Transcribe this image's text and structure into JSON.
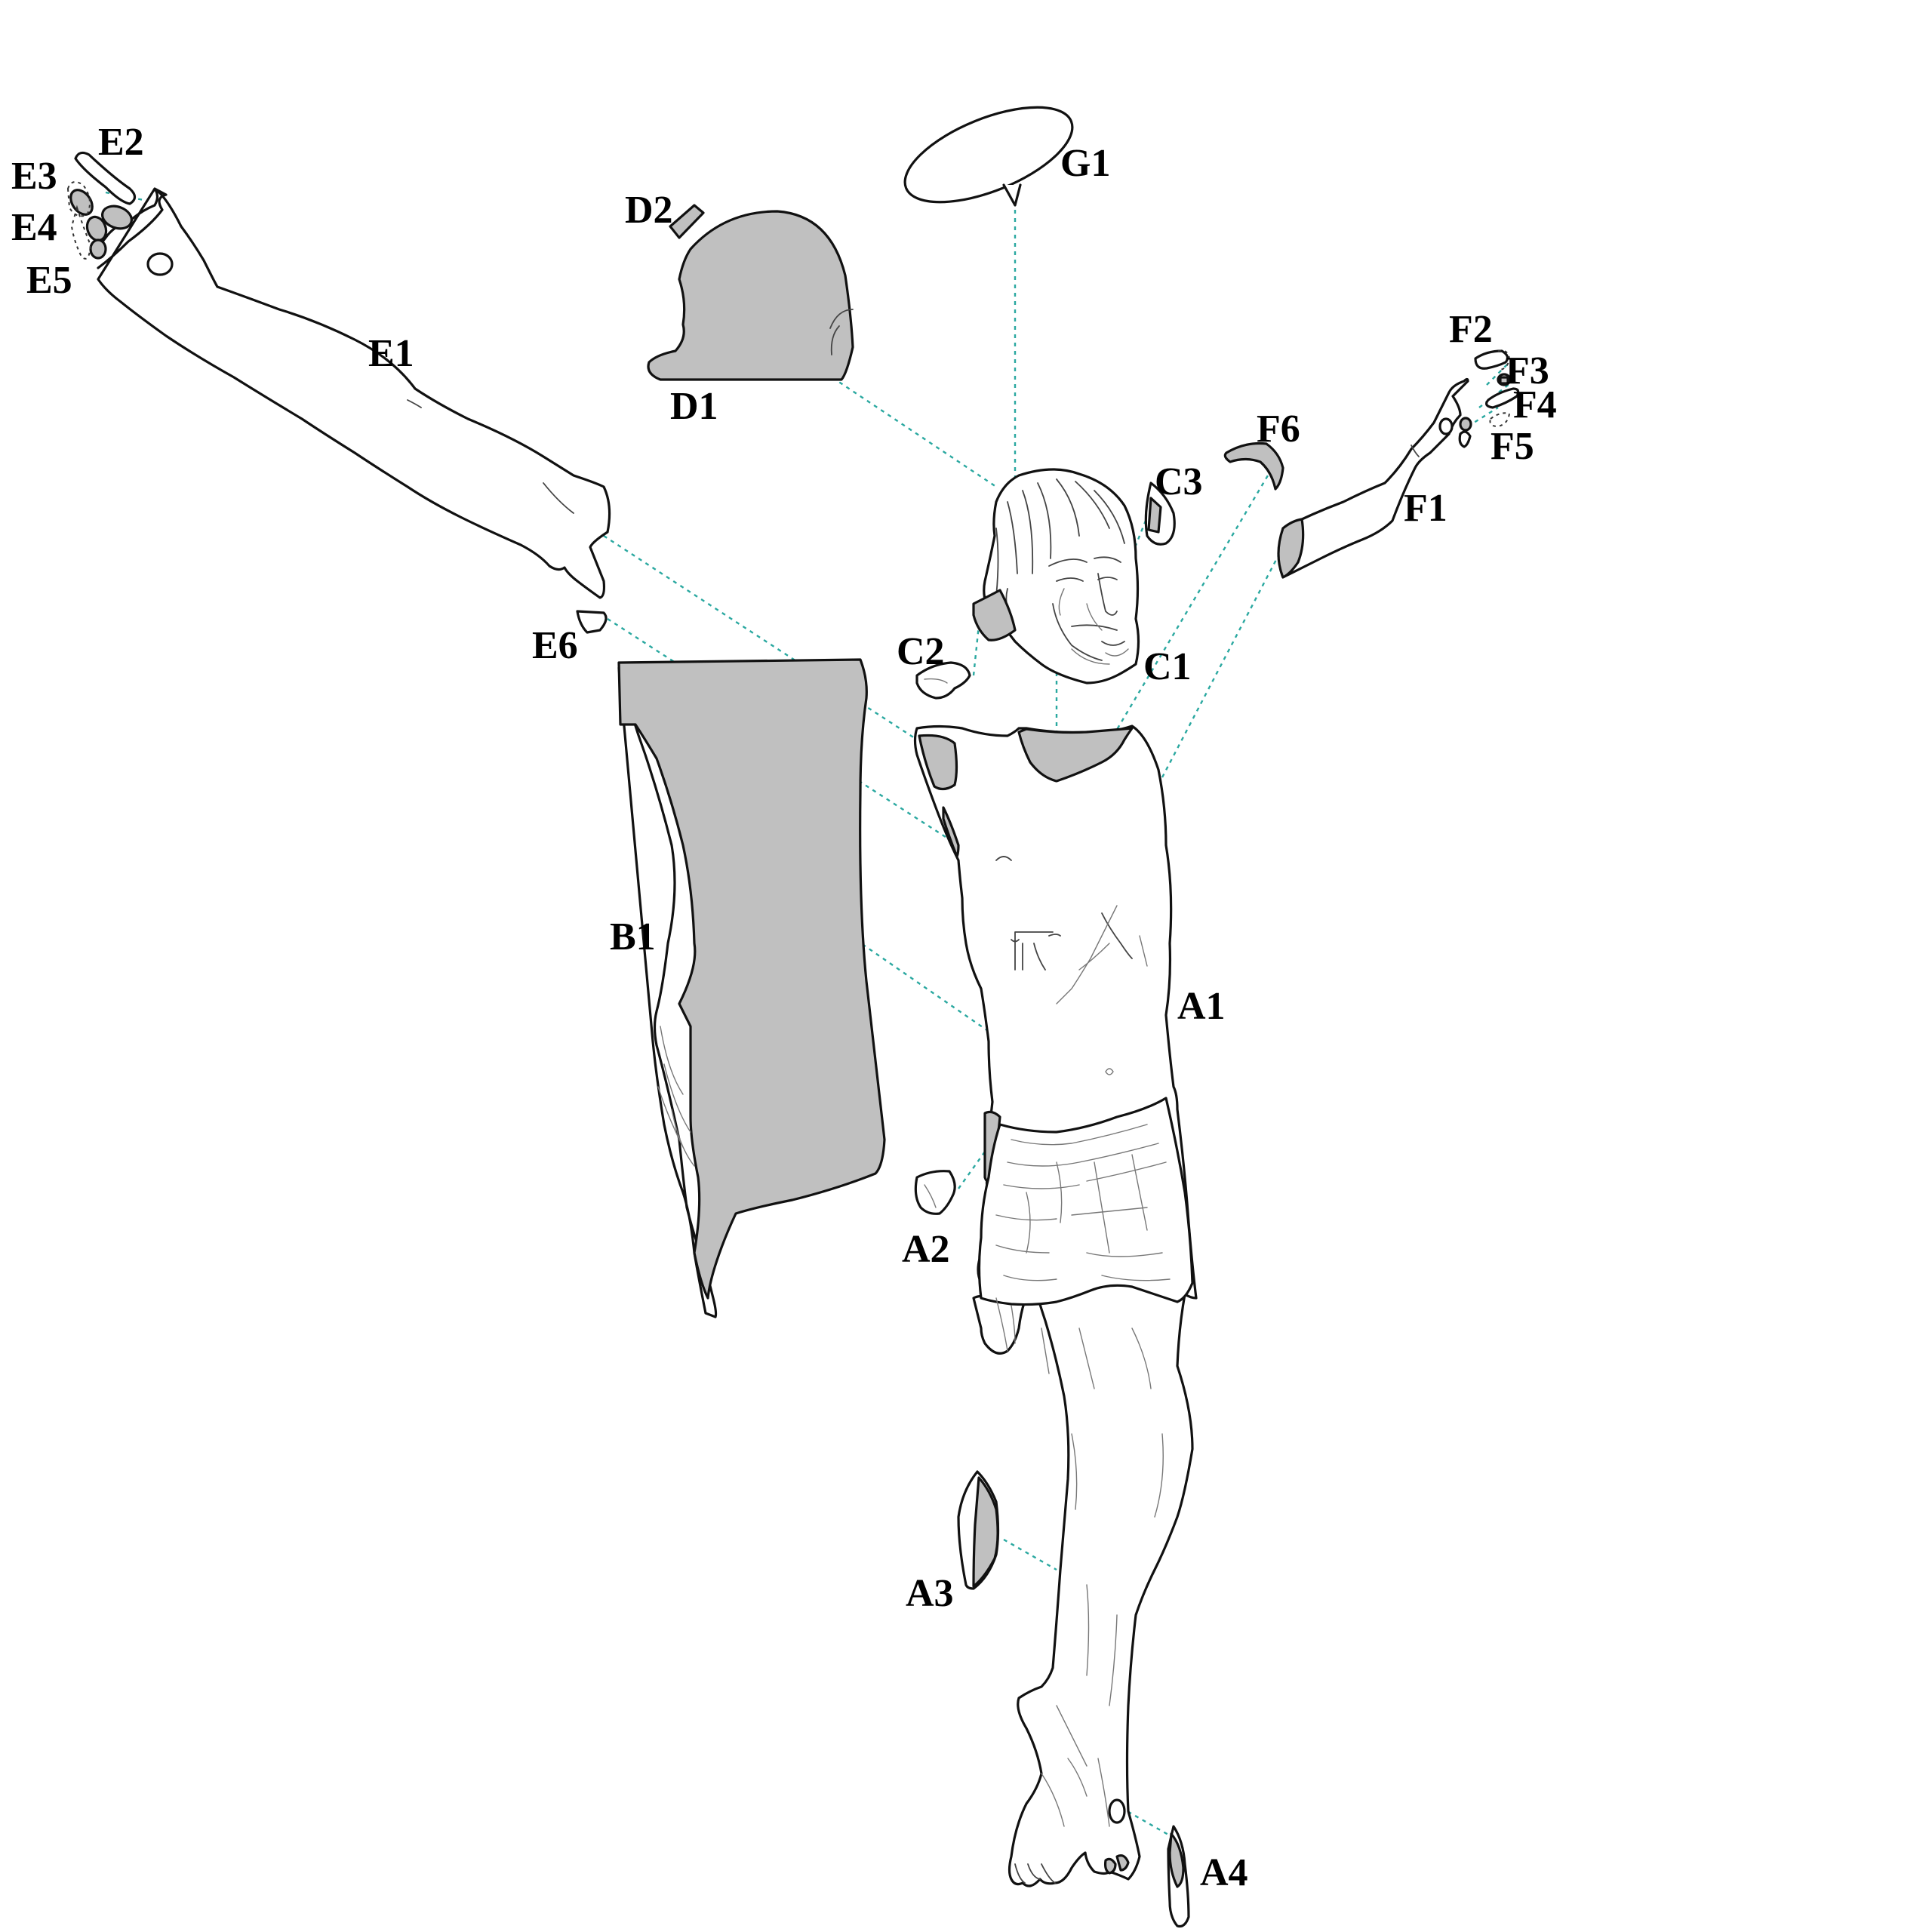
{
  "diagram": {
    "fragments": [
      {
        "id": "a1",
        "label": "A1"
      },
      {
        "id": "a2",
        "label": "A2"
      },
      {
        "id": "a3",
        "label": "A3"
      },
      {
        "id": "a4",
        "label": "A4"
      },
      {
        "id": "b1",
        "label": "B1"
      },
      {
        "id": "c1",
        "label": "C1"
      },
      {
        "id": "c2",
        "label": "C2"
      },
      {
        "id": "c3",
        "label": "C3"
      },
      {
        "id": "d1",
        "label": "D1"
      },
      {
        "id": "d2",
        "label": "D2"
      },
      {
        "id": "e1",
        "label": "E1"
      },
      {
        "id": "e2",
        "label": "E2"
      },
      {
        "id": "e3",
        "label": "E3"
      },
      {
        "id": "e4",
        "label": "E4"
      },
      {
        "id": "e5",
        "label": "E5"
      },
      {
        "id": "e6",
        "label": "E6"
      },
      {
        "id": "f1",
        "label": "F1"
      },
      {
        "id": "f2",
        "label": "F2"
      },
      {
        "id": "f3",
        "label": "F3"
      },
      {
        "id": "f4",
        "label": "F4"
      },
      {
        "id": "f5",
        "label": "F5"
      },
      {
        "id": "f6",
        "label": "F6"
      },
      {
        "id": "g1",
        "label": "G1"
      }
    ],
    "colors": {
      "connector": "#2aa8a0",
      "break_surface": "#c0c0c0",
      "outline": "#111111",
      "background": "#ffffff"
    }
  }
}
